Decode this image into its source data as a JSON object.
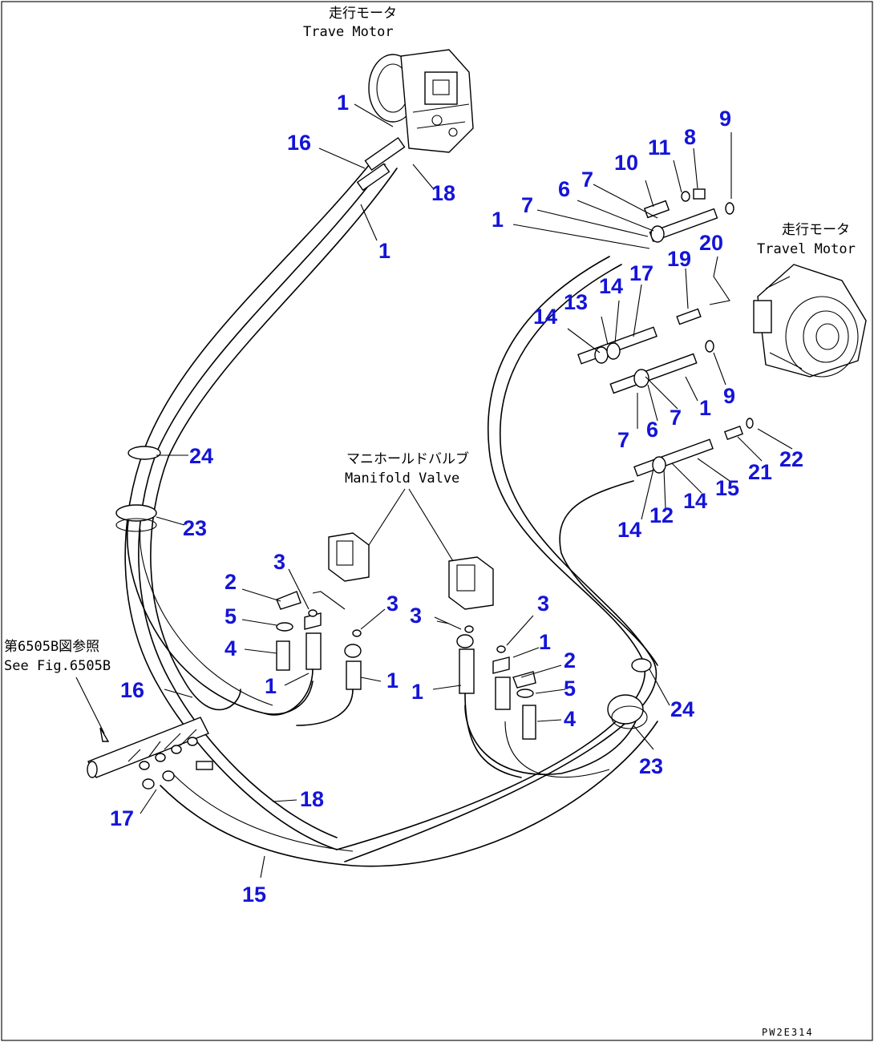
{
  "captions": {
    "travel_motor_top": {
      "jp": "走行モータ",
      "en": "Trave Motor"
    },
    "travel_motor_right": {
      "jp": "走行モータ",
      "en": "Travel Motor"
    },
    "manifold_valve": {
      "jp": "マニホールドバルブ",
      "en": "Manifold Valve"
    },
    "see_fig": {
      "jp": "第6505B図参照",
      "en": "See Fig.6505B"
    }
  },
  "drawing_code": "PW2E314",
  "callouts": [
    {
      "id": "c1",
      "text": "1"
    },
    {
      "id": "c2",
      "text": "16"
    },
    {
      "id": "c3",
      "text": "18"
    },
    {
      "id": "c4",
      "text": "1"
    },
    {
      "id": "c5",
      "text": "9"
    },
    {
      "id": "c6",
      "text": "8"
    },
    {
      "id": "c7",
      "text": "11"
    },
    {
      "id": "c8",
      "text": "10"
    },
    {
      "id": "c9",
      "text": "7"
    },
    {
      "id": "c10",
      "text": "6"
    },
    {
      "id": "c11",
      "text": "7"
    },
    {
      "id": "c12",
      "text": "1"
    },
    {
      "id": "c13",
      "text": "20"
    },
    {
      "id": "c14",
      "text": "19"
    },
    {
      "id": "c15",
      "text": "17"
    },
    {
      "id": "c16",
      "text": "14"
    },
    {
      "id": "c17",
      "text": "13"
    },
    {
      "id": "c18",
      "text": "14"
    },
    {
      "id": "c19",
      "text": "9"
    },
    {
      "id": "c20",
      "text": "1"
    },
    {
      "id": "c21",
      "text": "7"
    },
    {
      "id": "c22",
      "text": "6"
    },
    {
      "id": "c23",
      "text": "7"
    },
    {
      "id": "c24",
      "text": "22"
    },
    {
      "id": "c25",
      "text": "21"
    },
    {
      "id": "c26",
      "text": "15"
    },
    {
      "id": "c27",
      "text": "14"
    },
    {
      "id": "c28",
      "text": "12"
    },
    {
      "id": "c29",
      "text": "14"
    },
    {
      "id": "c30",
      "text": "24"
    },
    {
      "id": "c31",
      "text": "23"
    },
    {
      "id": "c32",
      "text": "3"
    },
    {
      "id": "c33",
      "text": "2"
    },
    {
      "id": "c34",
      "text": "5"
    },
    {
      "id": "c35",
      "text": "4"
    },
    {
      "id": "c36",
      "text": "1"
    },
    {
      "id": "c37",
      "text": "3"
    },
    {
      "id": "c38",
      "text": "1"
    },
    {
      "id": "c39",
      "text": "3"
    },
    {
      "id": "c40",
      "text": "3"
    },
    {
      "id": "c41",
      "text": "1"
    },
    {
      "id": "c42",
      "text": "2"
    },
    {
      "id": "c43",
      "text": "5"
    },
    {
      "id": "c44",
      "text": "1"
    },
    {
      "id": "c45",
      "text": "4"
    },
    {
      "id": "c46",
      "text": "16"
    },
    {
      "id": "c47",
      "text": "24"
    },
    {
      "id": "c48",
      "text": "23"
    },
    {
      "id": "c49",
      "text": "18"
    },
    {
      "id": "c50",
      "text": "17"
    },
    {
      "id": "c51",
      "text": "15"
    }
  ]
}
